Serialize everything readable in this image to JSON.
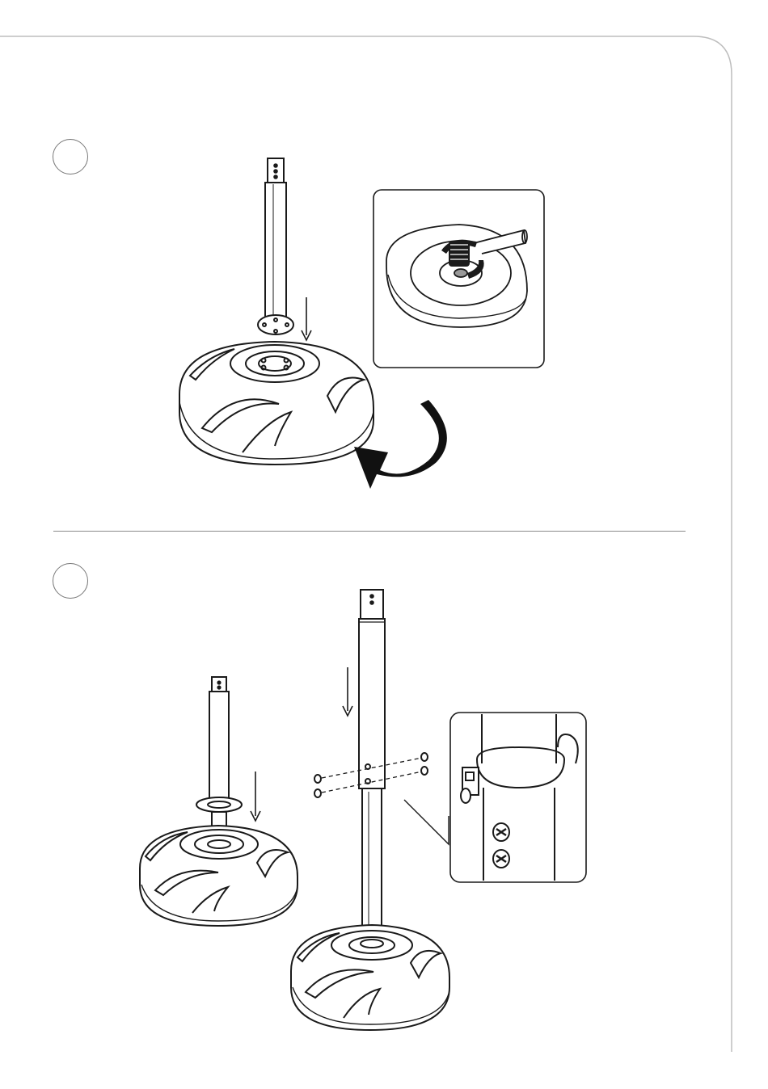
{
  "page": {
    "title": "",
    "steps": [
      {
        "number": "",
        "illustration": "base-plate-attachment",
        "detail": "bolt-tightening-detail"
      },
      {
        "number": "",
        "illustration": "pole-assembly",
        "detail": "pole-joint-screw-detail"
      }
    ]
  },
  "colors": {
    "line": "#1a1a1a",
    "frame": "#bdbdbd",
    "divider": "#8a8a8a"
  }
}
